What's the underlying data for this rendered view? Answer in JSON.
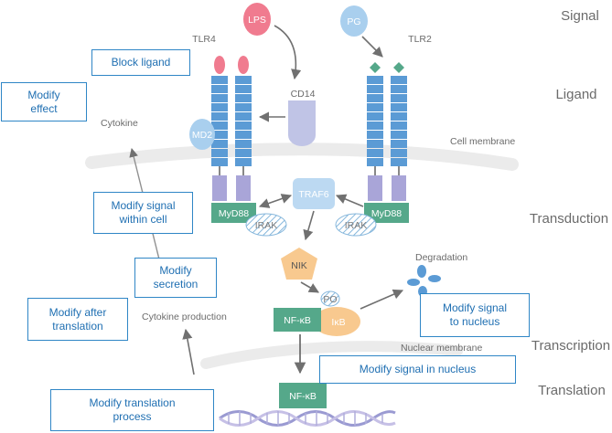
{
  "stages": {
    "signal": "Signal",
    "ligand": "Ligand",
    "transduction": "Transduction",
    "transcription": "Transcription",
    "translation": "Translation"
  },
  "labels": {
    "lps": "LPS",
    "pg": "PG",
    "tlr4": "TLR4",
    "tlr2": "TLR2",
    "cd14": "CD14",
    "md2": "MD2",
    "cytokine": "Cytokine",
    "cell_membrane": "Cell membrane",
    "traf6": "TRAF6",
    "myd88_left": "MyD88",
    "myd88_right": "MyD88",
    "irak_left": "IRAK",
    "irak_right": "IRAK",
    "nik": "NIK",
    "degradation": "Degradation",
    "po": "PO",
    "nfkb_cytoplasm": "NF-κB",
    "ikb": "IκB",
    "cytokine_production": "Cytokine production",
    "nuclear_membrane": "Nuclear membrane",
    "nfkb_nucleus": "NF-κB"
  },
  "interventions": {
    "block_ligand": "Block ligand",
    "modify_effect": "Modify\neffect",
    "modify_signal_cell": "Modify signal\nwithin cell",
    "modify_secretion": "Modify\nsecretion",
    "modify_after_translation": "Modify after\ntranslation",
    "modify_signal_nucleus_entry": "Modify signal\nto nucleus",
    "modify_signal_in_nucleus": "Modify signal in nucleus",
    "modify_translation": "Modify translation\nprocess"
  },
  "colors": {
    "receptor": "#5b9bd5",
    "lps": "#f07b8f",
    "pg": "#a9cfee",
    "green": "#55a88a",
    "lilac": "#a9a5d8",
    "orange": "#f8c98f",
    "cd14": "#c0c4e6",
    "box_border": "#2f86c6",
    "box_text": "#1f6fb2"
  }
}
